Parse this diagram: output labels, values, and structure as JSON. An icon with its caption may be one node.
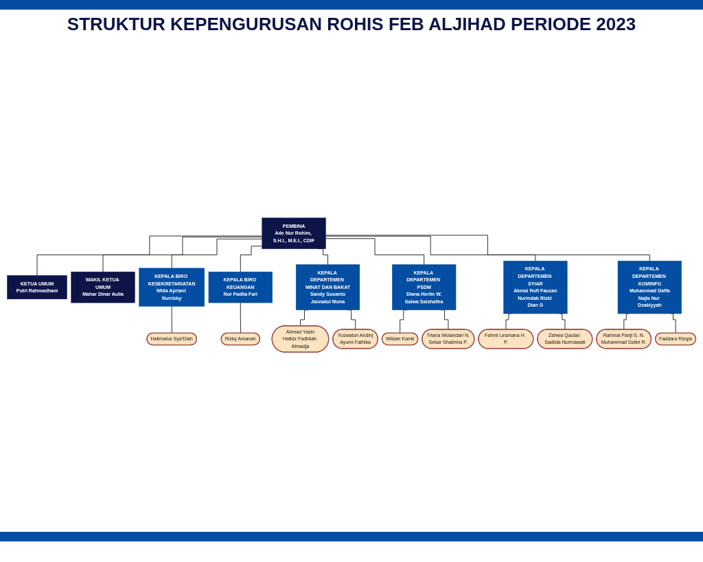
{
  "diagram": {
    "title": "STRUKTUR KEPENGURUSAN ROHIS FEB ALJIHAD PERIODE 2023",
    "nodes": [
      {
        "text": [
          "PEMBINA",
          "Ade Nur Rohim, S.H.I., M.E.I., CDIF"
        ]
      },
      {
        "text": [
          "KETUA UMUM",
          "Putri Rahmadhani"
        ]
      },
      {
        "text": [
          "WAKIL KETUA UMUM",
          "Mahar Dinar Aulia"
        ]
      },
      {
        "text": [
          "KEPALA BIRO KESEKRETARIATAN",
          "Wida Apriani Nurrizky"
        ]
      },
      {
        "text": [
          "Halimatus Sya'Diah"
        ]
      },
      {
        "text": [
          "KEPALA BIRO KEUANGAN",
          "Nur Fadila Fari"
        ]
      },
      {
        "text": [
          "Rizky Amanah"
        ]
      },
      {
        "text": [
          "KEPALA DEPARTEMEN MINAT DAN BAKAT",
          "Sandy Susanto",
          "Jannatul Muna"
        ]
      },
      {
        "text": [
          "Ahmad Yasin",
          "Hafidz Fadhilah Atmadja"
        ]
      },
      {
        "text": [
          "Yuswatun Andinj",
          "Ayumi Fathika"
        ]
      },
      {
        "text": [
          "KEPALA DEPARTEMEN PSDM",
          "Diana Herlin W.",
          "Salwa Salshafira"
        ]
      },
      {
        "text": [
          "Wildan Kamil"
        ]
      },
      {
        "text": [
          "Triana Wulandari N.",
          "Sekar Shabrina P."
        ]
      },
      {
        "text": [
          "KEPALA DEPARTEMEN SYIAR",
          "Akmal Rofi Fauzan",
          "Nurindah Rizki Dian G"
        ]
      },
      {
        "text": [
          "Fahmi Lesmana H. P."
        ]
      },
      {
        "text": [
          "Zahwa Qaulan Sadiida Nurmawati"
        ]
      },
      {
        "text": [
          "KEPALA DEPARTEMEN KOMINFO",
          "Muhammad Daffa",
          "Najla Nur Dzakiyyah"
        ]
      },
      {
        "text": [
          "Rahmat Panji S. N.",
          "Muhammad Dzikri R."
        ]
      },
      {
        "text": [
          "Faddara Rizqia"
        ]
      }
    ],
    "edges": [
      {
        "from": 0,
        "to": 1,
        "arrow": "none"
      },
      {
        "from": 0,
        "to": 2,
        "arrow": "none"
      },
      {
        "from": 0,
        "to": 3,
        "arrow": "none"
      },
      {
        "from": 0,
        "to": 5,
        "arrow": "none"
      },
      {
        "from": 0,
        "to": 7,
        "arrow": "none"
      },
      {
        "from": 0,
        "to": 10,
        "arrow": "none"
      },
      {
        "from": 0,
        "to": 13,
        "arrow": "none"
      },
      {
        "from": 0,
        "to": 16,
        "arrow": "none"
      },
      {
        "from": 3,
        "to": 4,
        "arrow": "none"
      },
      {
        "from": 5,
        "to": 6,
        "arrow": "none"
      },
      {
        "from": 7,
        "to": 8,
        "arrow": "none"
      },
      {
        "from": 7,
        "to": 9,
        "arrow": "none"
      },
      {
        "from": 10,
        "to": 11,
        "arrow": "none"
      },
      {
        "from": 10,
        "to": 12,
        "arrow": "none"
      },
      {
        "from": 13,
        "to": 14,
        "arrow": "none"
      },
      {
        "from": 13,
        "to": 15,
        "arrow": "none"
      },
      {
        "from": 16,
        "to": 17,
        "arrow": "none"
      },
      {
        "from": 16,
        "to": 18,
        "arrow": "none"
      }
    ]
  }
}
